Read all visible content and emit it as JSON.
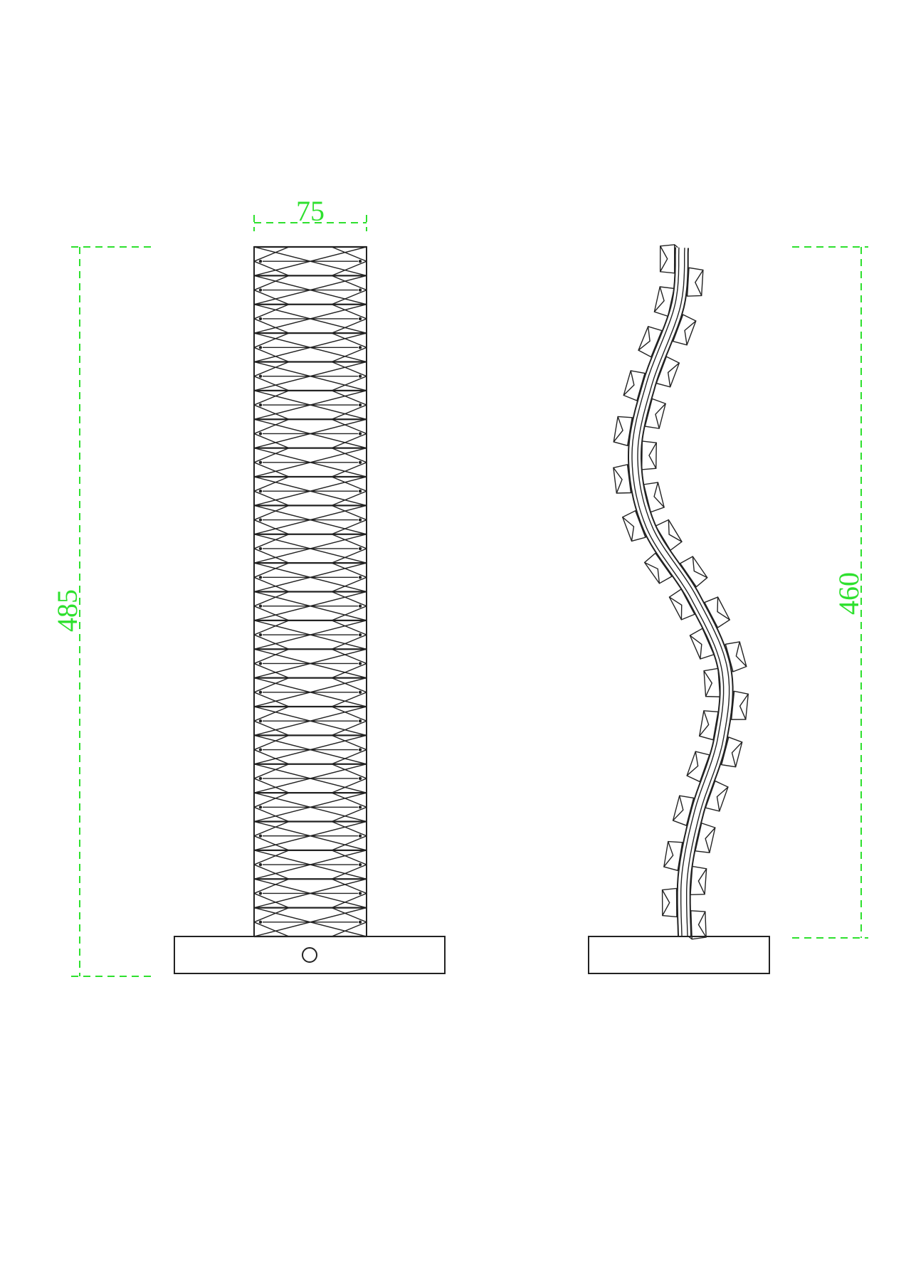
{
  "drawing": {
    "colors": {
      "line": "#222222",
      "dimension": "#2ee02e",
      "background": "#ffffff"
    },
    "dimensions": {
      "width_label": "75",
      "total_height_label": "485",
      "side_height_label": "460"
    },
    "front_view": {
      "crystal_rows": 24,
      "base_button": "power-button-icon"
    },
    "side_view": {
      "crystal_count": 32
    }
  }
}
